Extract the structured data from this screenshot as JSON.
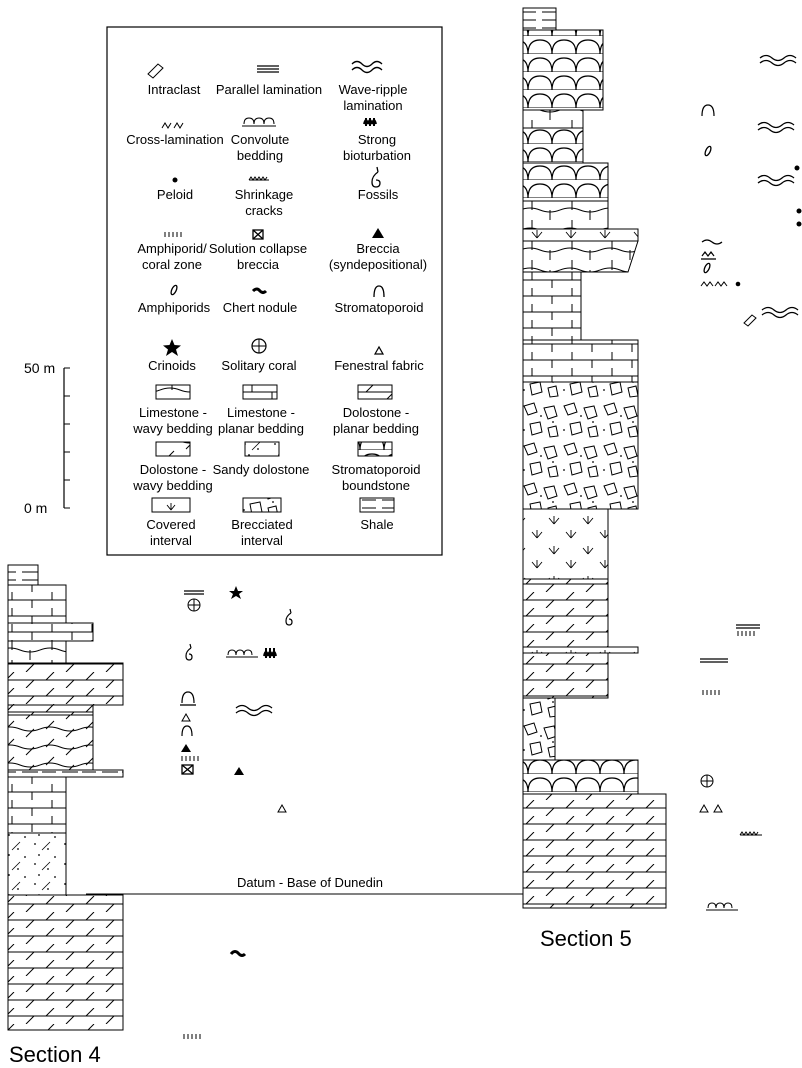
{
  "scale": {
    "top_label": "50 m",
    "bottom_label": "0 m"
  },
  "legend": {
    "intraclast": "Intraclast",
    "parallel_lamination": "Parallel lamination",
    "wave_ripple_1": "Wave-ripple",
    "wave_ripple_2": "lamination",
    "cross_lamination": "Cross-lamination",
    "convolute_1": "Convolute",
    "convolute_2": "bedding",
    "bioturbation_1": "Strong",
    "bioturbation_2": "bioturbation",
    "peloid": "Peloid",
    "shrinkage_1": "Shrinkage",
    "shrinkage_2": "cracks",
    "fossils": "Fossils",
    "amphiporid_zone_1": "Amphiporid/",
    "amphiporid_zone_2": "coral zone",
    "solution_1": "Solution collapse",
    "solution_2": "breccia",
    "breccia_1": "Breccia",
    "breccia_2": "(syndepositional)",
    "amphiporids": "Amphiporids",
    "chert_nodule": "Chert nodule",
    "stromatoporoid": "Stromatoporoid",
    "crinoids": "Crinoids",
    "solitary_coral": "Solitary coral",
    "fenestral": "Fenestral fabric",
    "lime_wavy_1": "Limestone -",
    "lime_wavy_2": "wavy bedding",
    "lime_planar_1": "Limestone -",
    "lime_planar_2": "planar bedding",
    "dolo_planar_1": "Dolostone -",
    "dolo_planar_2": "planar bedding",
    "dolo_wavy_1": "Dolostone -",
    "dolo_wavy_2": "wavy bedding",
    "sandy_dolo": "Sandy dolostone",
    "strom_bound_1": "Stromatoporoid",
    "strom_bound_2": "boundstone",
    "covered_1": "Covered",
    "covered_2": "interval",
    "brecciated_1": "Brecciated",
    "brecciated_2": "interval",
    "shale": "Shale"
  },
  "datum_label": "Datum - Base of Dunedin",
  "sections": {
    "section4": "Section 4",
    "section5": "Section 5"
  }
}
